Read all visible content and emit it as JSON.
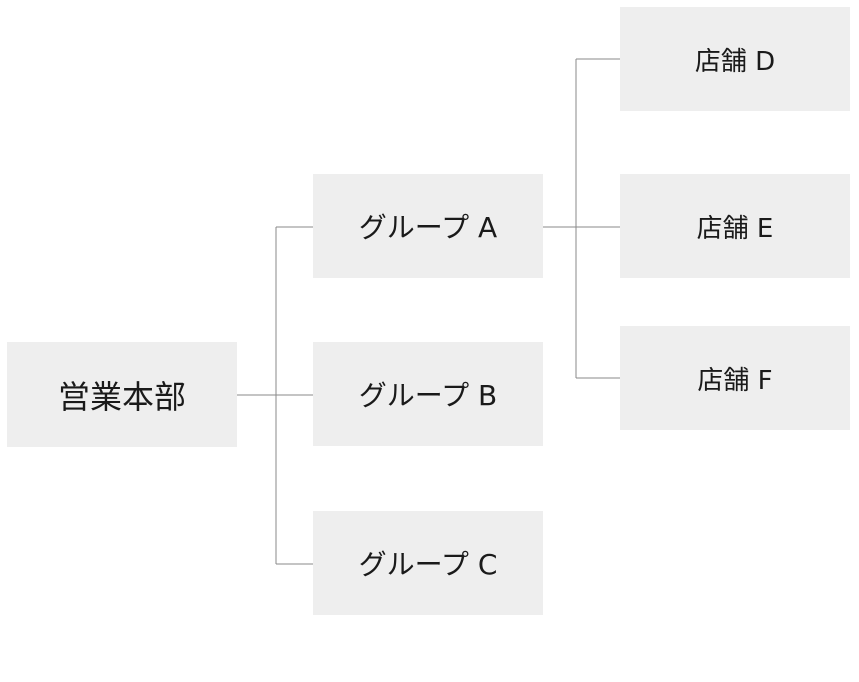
{
  "diagram": {
    "root": {
      "label": "営業本部"
    },
    "groups": [
      {
        "label": "グループ A"
      },
      {
        "label": "グループ B"
      },
      {
        "label": "グループ C"
      }
    ],
    "stores": [
      {
        "label": "店舗 D"
      },
      {
        "label": "店舗 E"
      },
      {
        "label": "店舗 F"
      }
    ],
    "colors": {
      "node_fill": "#eeeeee",
      "connector": "#8a8a8a",
      "text": "#1a1a1a"
    }
  }
}
